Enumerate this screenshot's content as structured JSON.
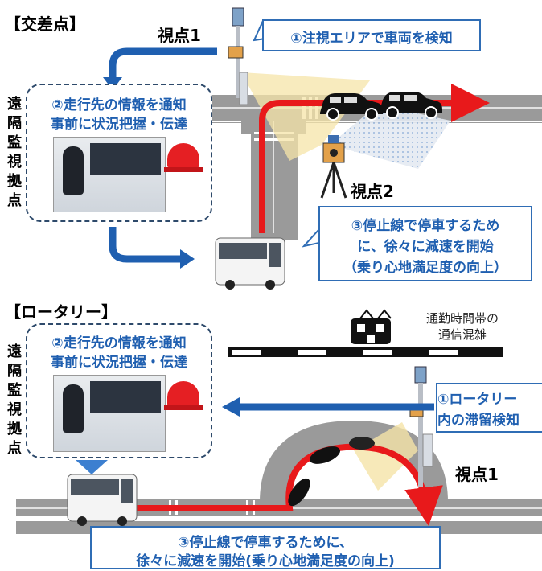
{
  "intersection": {
    "title": "【交差点】",
    "viewpoint1": "視点1",
    "viewpoint2": "視点2",
    "callout1": "①注視エリアで車両を検知",
    "remote_lines": [
      "②走行先の情報を通知",
      "事前に状況把握・伝達"
    ],
    "callout3_lines": [
      "③停止線で停車するため",
      "に、徐々に減速を開始",
      "（乗り心地満足度の向上）"
    ],
    "side_label": "遠隔監視拠点"
  },
  "rotary": {
    "title": "【ロータリー】",
    "viewpoint1": "視点1",
    "callout1_lines": [
      "①ロータリー",
      "内の滞留検知"
    ],
    "remote_lines": [
      "②走行先の情報を通知",
      "事前に状況把握・伝達"
    ],
    "callout3_lines": [
      "③停止線で停車するために、",
      "徐々に減速を開始(乗り心地満足度の向上)"
    ],
    "side_label": "遠隔監視拠点",
    "train_note_lines": [
      "通勤時間帯の",
      "通信混雑"
    ]
  },
  "colors": {
    "accent_blue": "#2f6db5",
    "route_red": "#e8191b",
    "road_gray": "#9a9a9a",
    "dash_border": "#2e4a6b"
  },
  "icons": [
    "camera-pole-icon",
    "car-icon",
    "bus-icon",
    "alarm-light-icon",
    "train-icon",
    "tripod-camera-icon",
    "operator-photo"
  ]
}
